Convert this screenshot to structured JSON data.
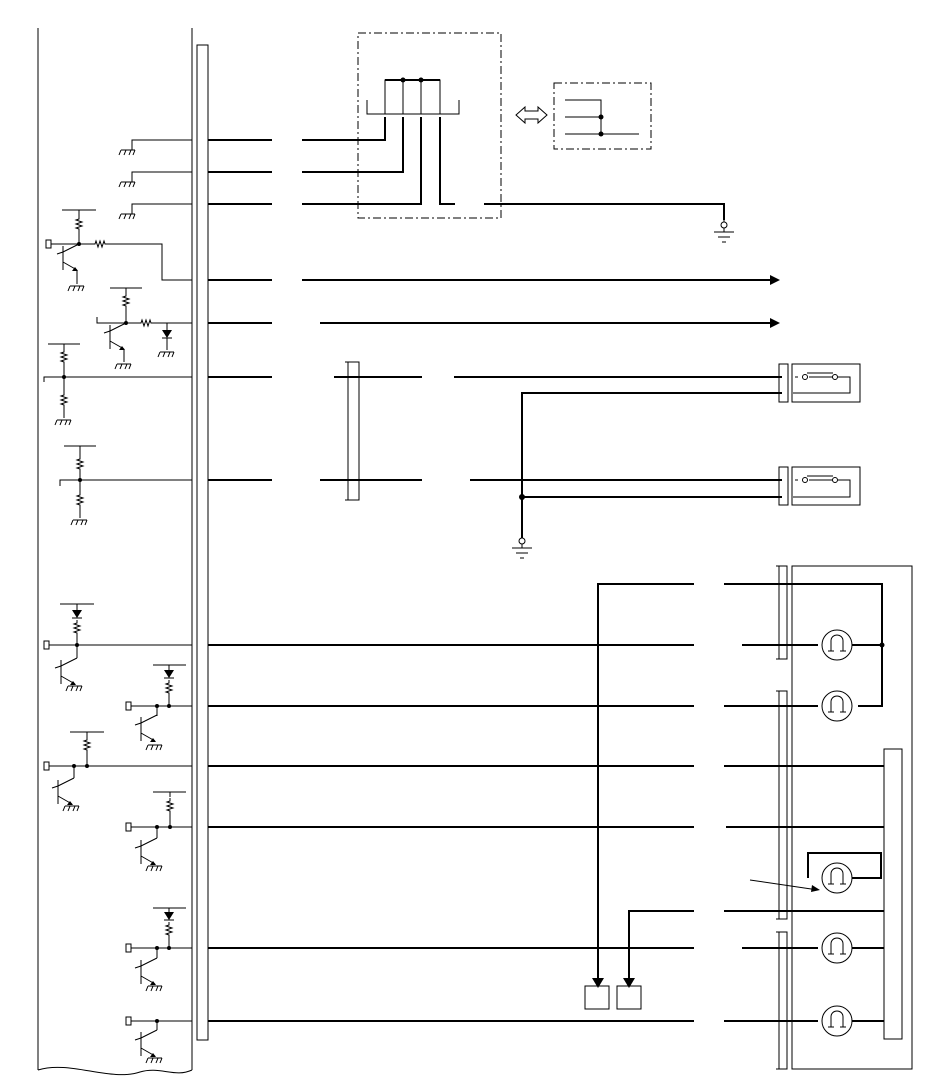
{
  "diagram": {
    "type": "wiring-schematic",
    "colors": {
      "line": "#000000",
      "background": "#ffffff"
    },
    "elements": [
      "control-unit-outline",
      "ecu-connector-bar",
      "combination-switch-box",
      "switch-detail-box",
      "double-arrow-icon",
      "chassis-ground-symbol",
      "arrow-signal-output",
      "joint-connector",
      "door-switch-symbol",
      "lamp-unit-outline",
      "bulb-symbol",
      "test-terminal-box",
      "transistor-symbol",
      "resistor-symbol",
      "diode-symbol",
      "ground-symbol"
    ]
  }
}
